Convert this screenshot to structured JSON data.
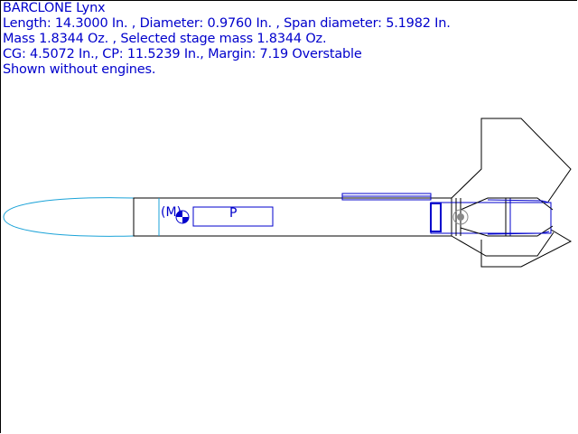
{
  "design": {
    "name": "BARCLONE Lynx",
    "dimensions": "Length: 14.3000 In. , Diameter: 0.9760 In. , Span diameter: 5.1982 In.",
    "mass": "Mass 1.8344 Oz. , Selected stage mass 1.8344 Oz.",
    "stability": "CG: 4.5072 In., CP: 11.5239 In., Margin: 7.19 Overstable",
    "note": "Shown without engines."
  },
  "drawing": {
    "mass_marker_label": "(M)",
    "payload_label": "P"
  },
  "colors": {
    "text": "#0000cc",
    "outline": "#000000",
    "nose": "#1ba3d8",
    "internal": "#0000cc"
  }
}
